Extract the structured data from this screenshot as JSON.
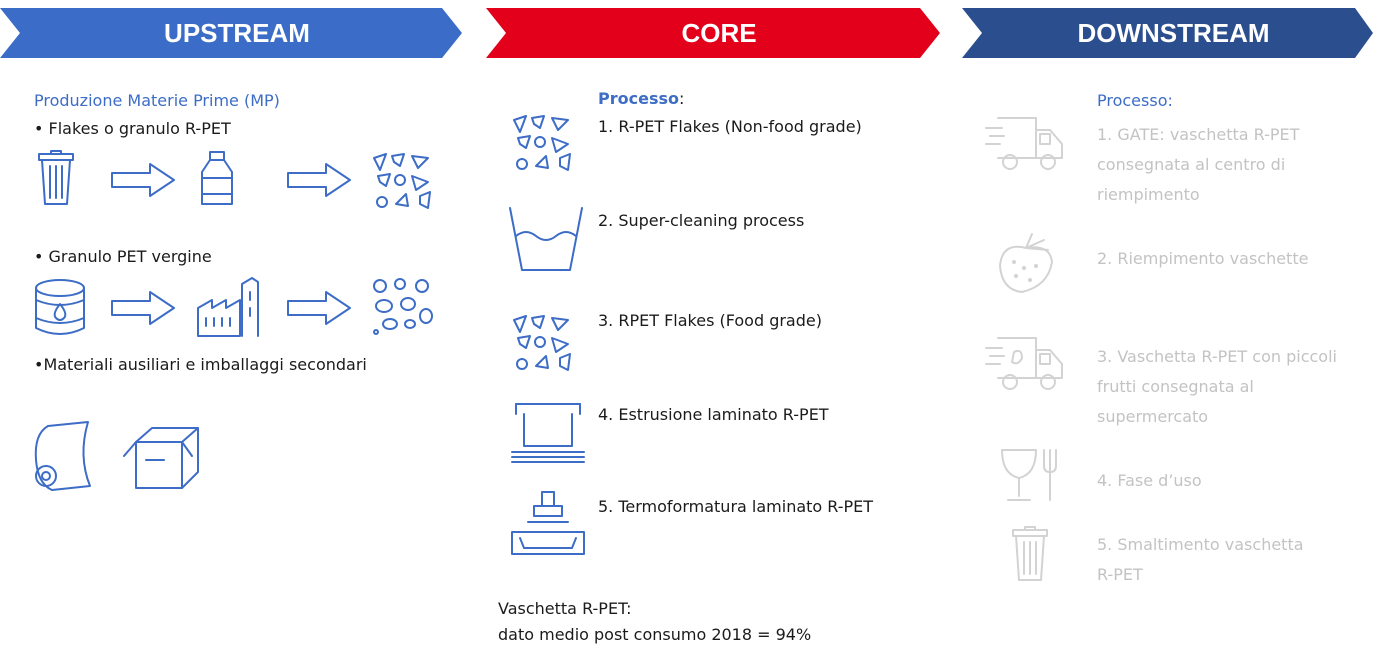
{
  "headers": {
    "upstream": "UPSTREAM",
    "core": "CORE",
    "downstream": "DOWNSTREAM"
  },
  "upstream": {
    "title": "Produzione Materie Prime (MP)",
    "item1": "• Flakes o granulo R-PET",
    "item2": "• Granulo PET vergine",
    "item3": "•Materiali ausiliari e imballaggi secondari"
  },
  "core": {
    "title": "Processo",
    "title_suffix": ":",
    "steps": [
      "1. R-PET Flakes (Non-food grade)",
      "2. Super-cleaning process",
      "3. RPET Flakes (Food grade)",
      "4. Estrusione laminato R-PET",
      "5. Termoformatura laminato R-PET"
    ],
    "footer_line1": "Vaschetta R-PET:",
    "footer_line2": "dato medio post consumo 2018 = 94%"
  },
  "downstream": {
    "title": "Processo:",
    "steps": [
      [
        "1. GATE: vaschetta R-PET",
        "consegnata al centro di",
        "riempimento"
      ],
      [
        "2. Riempimento vaschette"
      ],
      [
        "3. Vaschetta R-PET con piccoli",
        "frutti consegnata al",
        "supermercato"
      ],
      [
        "4. Fase d’uso"
      ],
      [
        "5. Smaltimento vaschetta",
        "R-PET"
      ]
    ]
  },
  "colors": {
    "upstream": "#3a6cc8",
    "core": "#e3001b",
    "downstream": "#2b4e8f",
    "accent_text": "#3d6dc6",
    "muted_text": "#c3c3c3"
  },
  "icons": [
    "trash-bin-icon",
    "arrow-right-icon",
    "bottle-icon",
    "flakes-icon",
    "oil-barrel-icon",
    "factory-icon",
    "granules-icon",
    "film-roll-icon",
    "box-icon",
    "wash-basin-icon",
    "extrusion-icon",
    "thermoforming-icon",
    "delivery-truck-icon",
    "strawberry-icon",
    "glass-fork-icon"
  ]
}
